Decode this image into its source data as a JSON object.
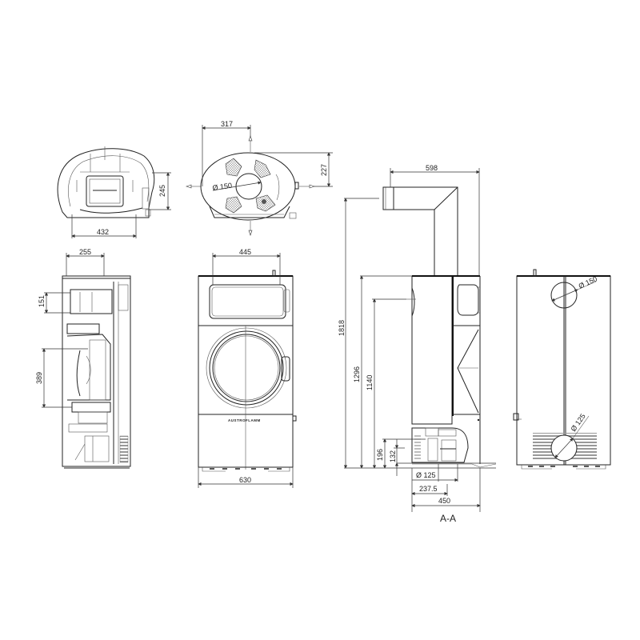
{
  "drawing": {
    "type": "stove dimension drawing",
    "brand_label": "AUSTROFLAMM",
    "section_label": "A-A",
    "views": {
      "top_view_left": {
        "dimensions": {
          "width": "432",
          "depth": "245"
        }
      },
      "top_view_center": {
        "dimensions": {
          "offset_x": "317",
          "offset_y": "227",
          "flue_diameter": "Ø 150"
        }
      },
      "side_cutaway": {
        "dimensions": {
          "top_width": "255",
          "upper_height": "151",
          "firebox_height": "389"
        }
      },
      "front_view": {
        "dimensions": {
          "top_width": "445",
          "total_width": "630"
        }
      },
      "section_view": {
        "dimensions": {
          "flue_length": "598",
          "total_height": "1818",
          "top_outlet_height": "1296",
          "rear_outlet_height": "1140",
          "air_inlet_height_a": "196",
          "air_inlet_height_b": "132",
          "air_inlet_diameter": "Ø 125",
          "air_inlet_offset": "237.5",
          "depth": "450"
        }
      },
      "rear_view": {
        "dimensions": {
          "flue_diameter": "Ø 150",
          "air_inlet_diameter": "Ø 125"
        }
      }
    }
  }
}
